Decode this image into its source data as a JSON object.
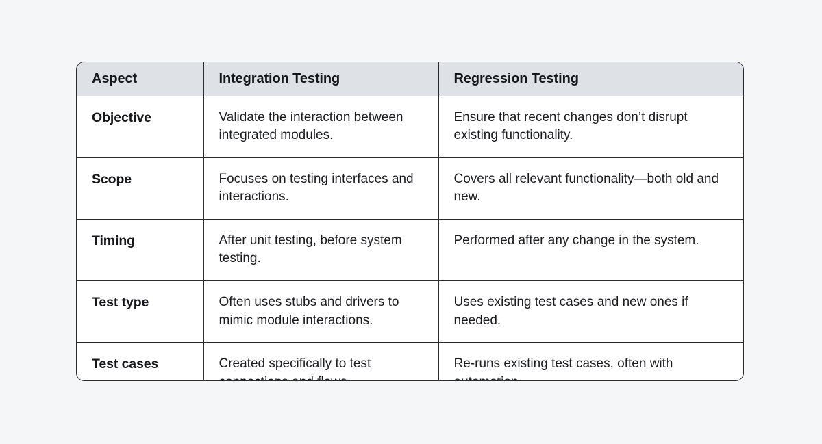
{
  "page": {
    "background_color": "#f5f6f8"
  },
  "table": {
    "name": "integration-vs-regression-testing-comparison",
    "border_color": "#2b2b2e",
    "header_background": "#dee2e6",
    "body_background": "#ffffff",
    "text_color": "#1b1d20",
    "columns": [
      {
        "key": "aspect",
        "label": "Aspect"
      },
      {
        "key": "integration",
        "label": "Integration Testing"
      },
      {
        "key": "regression",
        "label": "Regression Testing"
      }
    ],
    "rows": [
      {
        "aspect": "Objective",
        "integration": "Validate the interaction between integrated modules.",
        "regression": "Ensure that recent changes don’t disrupt existing functionality."
      },
      {
        "aspect": "Scope",
        "integration": "Focuses on testing interfaces and interactions.",
        "regression": "Covers all relevant functionality—both old and new."
      },
      {
        "aspect": "Timing",
        "integration": "After unit testing, before system testing.",
        "regression": "Performed after any change in the system."
      },
      {
        "aspect": "Test type",
        "integration": "Often uses stubs and drivers to mimic module interactions.",
        "regression": "Uses existing test cases and new ones if needed."
      },
      {
        "aspect": "Test cases",
        "integration": "Created specifically to test connections and flows.",
        "regression": "Re-runs existing test cases, often with automation."
      }
    ]
  }
}
